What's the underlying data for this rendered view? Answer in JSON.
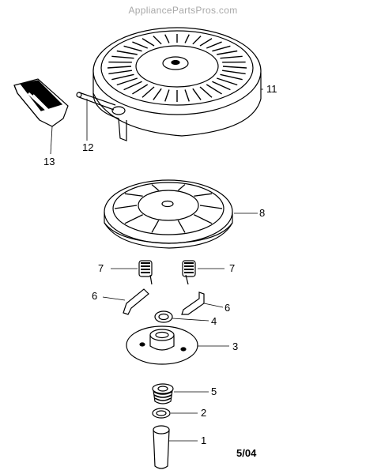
{
  "watermark": "AppliancePartsPros.com",
  "date_code": "5/04",
  "callouts": {
    "c11": "11",
    "c12": "12",
    "c13": "13",
    "c8": "8",
    "c7a": "7",
    "c7b": "7",
    "c6a": "6",
    "c6b": "6",
    "c4": "4",
    "c3": "3",
    "c5": "5",
    "c2": "2",
    "c1": "1"
  },
  "colors": {
    "line": "#000000",
    "background": "#ffffff",
    "watermark": "#a8a8a8"
  }
}
